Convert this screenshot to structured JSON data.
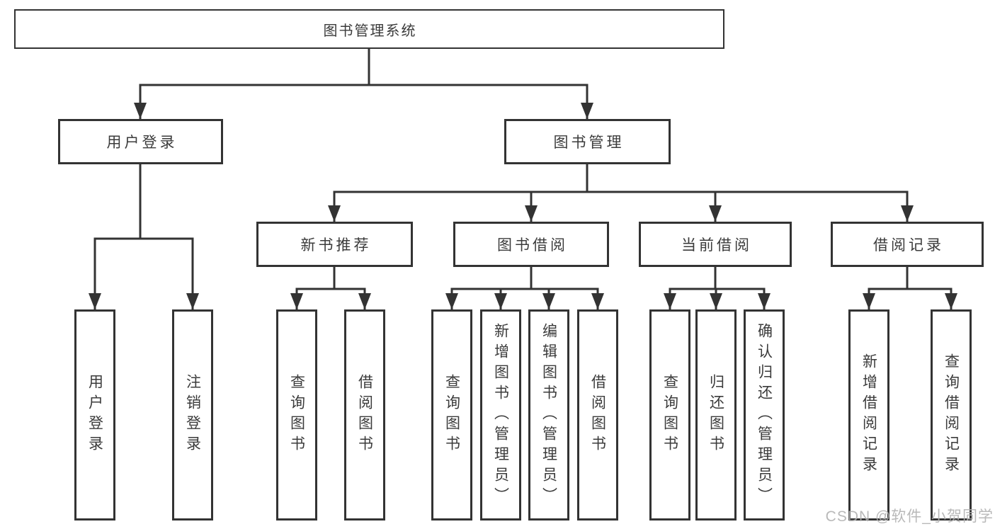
{
  "tree": {
    "label": "图书管理系统",
    "children": [
      {
        "label": "用户登录",
        "children": [
          {
            "label": "用户登录"
          },
          {
            "label": "注销登录"
          }
        ]
      },
      {
        "label": "图书管理",
        "children": [
          {
            "label": "新书推荐",
            "children": [
              {
                "label": "查询图书"
              },
              {
                "label": "借阅图书"
              }
            ]
          },
          {
            "label": "图书借阅",
            "children": [
              {
                "label": "查询图书"
              },
              {
                "label": "新增图书（管理员）"
              },
              {
                "label": "编辑图书（管理员）"
              },
              {
                "label": "借阅图书"
              }
            ]
          },
          {
            "label": "当前借阅",
            "children": [
              {
                "label": "查询图书"
              },
              {
                "label": "归还图书"
              },
              {
                "label": "确认归还（管理员）"
              }
            ]
          },
          {
            "label": "借阅记录",
            "children": [
              {
                "label": "新增借阅记录"
              },
              {
                "label": "查询借阅记录"
              }
            ]
          }
        ]
      }
    ]
  },
  "watermark": "CSDN @软件_小贺同学",
  "colors": {
    "line": "#333333",
    "box_border": "#333333",
    "text": "#3b3b3b",
    "watermark": "#b2b2b2",
    "background": "#ffffff"
  }
}
